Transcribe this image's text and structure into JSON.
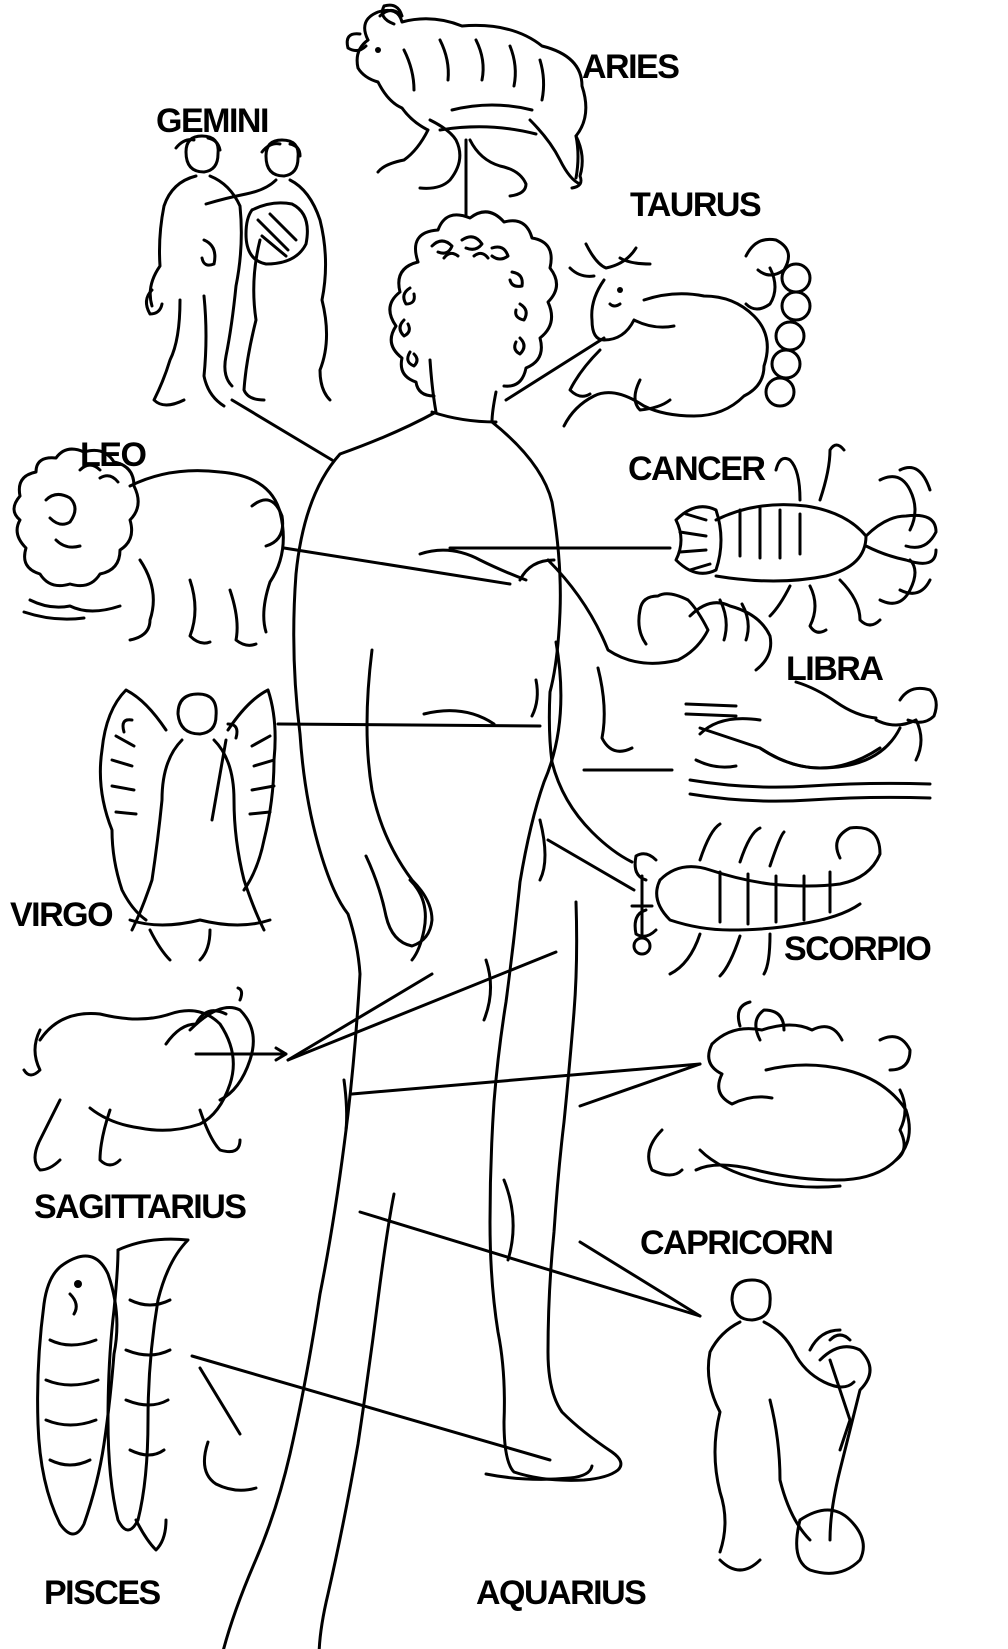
{
  "signs": {
    "aries": "ARIES",
    "gemini": "GEMINI",
    "taurus": "TAURUS",
    "leo": "LEO",
    "cancer": "CANCER",
    "libra": "LIBRA",
    "virgo": "VIRGO",
    "scorpio": "SCORPIO",
    "sagittarius": "SAGITTARIUS",
    "capricorn": "CAPRICORN",
    "pisces": "PISCES",
    "aquarius": "AQUARIUS"
  }
}
